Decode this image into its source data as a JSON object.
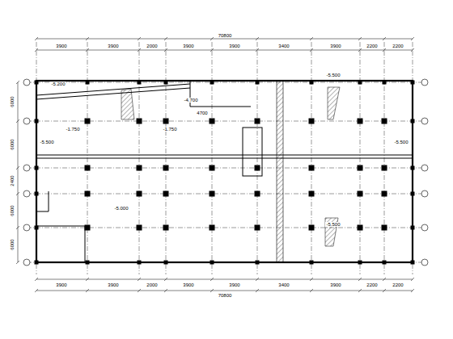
{
  "diagram": {
    "labels": [
      "3900",
      "3900",
      "2000",
      "3900",
      "3900",
      "3400",
      "3900",
      "2200",
      "2200",
      "70800",
      "3900",
      "3900",
      "2000",
      "3900",
      "3900",
      "3400",
      "3900",
      "2200",
      "2200",
      "70800",
      "6000",
      "6000",
      "2400",
      "6000",
      "6000",
      "-5.500",
      "-5.500",
      "-5.500",
      "-5.500",
      "-4.700",
      "-5.200",
      "-5.000",
      "-1.750",
      "-1.750",
      "4700"
    ]
  }
}
